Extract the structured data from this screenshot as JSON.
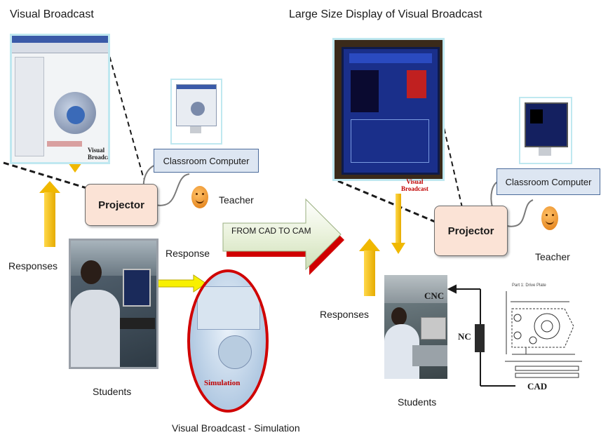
{
  "left": {
    "title": "Visual Broadcast",
    "screen_caption": "Visual\nBroadcast",
    "computer_label": "Classroom Computer",
    "projector_label": "Projector",
    "teacher_label": "Teacher",
    "responses_label": "Responses",
    "response_label": "Response",
    "students_label": "Students",
    "simulation_caption": "Simulation",
    "bottom_caption": "Visual Broadcast - Simulation"
  },
  "center": {
    "arrow_label": "FROM CAD TO CAM"
  },
  "right": {
    "title": "Large Size Display of Visual Broadcast",
    "screen_caption": "Visual\nBroadcast",
    "computer_label": "Classroom Computer",
    "projector_label": "Projector",
    "teacher_label": "Teacher",
    "responses_label": "Responses",
    "students_label": "Students",
    "cnc_label": "CNC",
    "nc_label": "NC",
    "cad_label": "CAD",
    "drawing_title": "Part 1: Drive Plate"
  },
  "colors": {
    "arrow_yellow": "#f5c400",
    "arrow_fill_green": "#e6efd8",
    "arrow_red": "#d00000",
    "projector_fill": "#fbe3d6",
    "computer_fill": "#dde6f2",
    "teacher_face": "#f0902a",
    "screen_blue": "#1a2f8a"
  },
  "icons": [
    "teacher-face-icon",
    "projector-cable-icon",
    "yellow-up-arrow-icon",
    "yellow-down-arrow-icon",
    "double-arrow-icon",
    "cad-to-cam-arrow-icon"
  ]
}
